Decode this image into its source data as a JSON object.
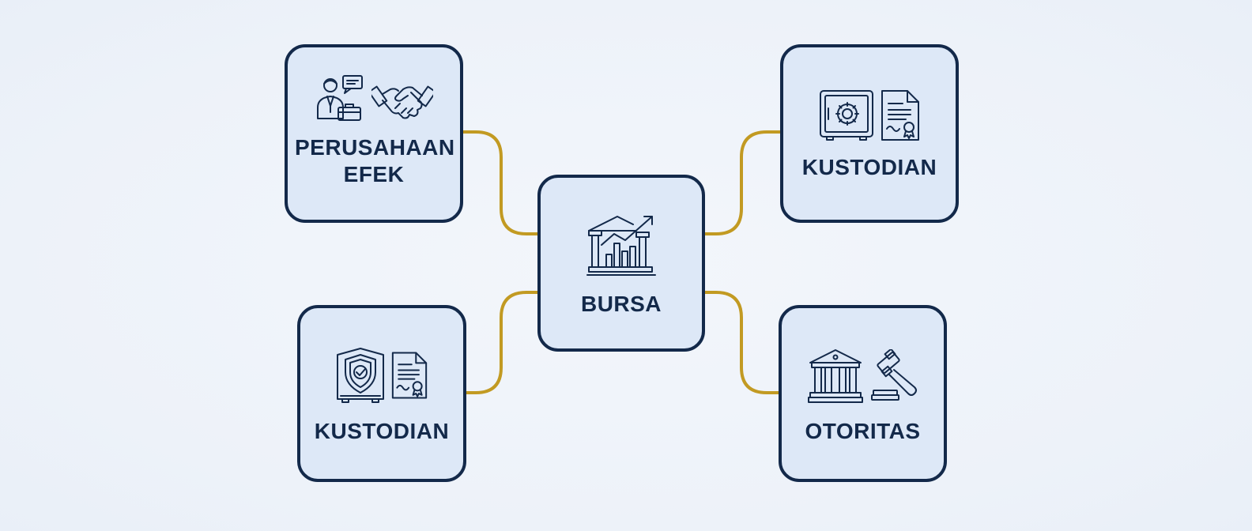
{
  "diagram": {
    "center": {
      "label": "BURSA",
      "icon": "stock-exchange-icon"
    },
    "nodes": [
      {
        "id": "perusahaan-efek",
        "label_line1": "PERUSAHAAN",
        "label_line2": "EFEK",
        "icons": [
          "businessman-icon",
          "handshake-icon"
        ]
      },
      {
        "id": "kustodian-top",
        "label": "KUSTODIAN",
        "icons": [
          "safe-icon",
          "certificate-icon"
        ]
      },
      {
        "id": "kustodian-bottom",
        "label": "KUSTODIAN",
        "icons": [
          "shield-icon",
          "certificate-icon"
        ]
      },
      {
        "id": "otoritas",
        "label": "OTORITAS",
        "icons": [
          "government-building-icon",
          "gavel-icon"
        ]
      }
    ],
    "colors": {
      "node_border": "#13294a",
      "node_fill": "#dde8f7",
      "connector": "#c29a22",
      "text": "#13294a"
    }
  }
}
